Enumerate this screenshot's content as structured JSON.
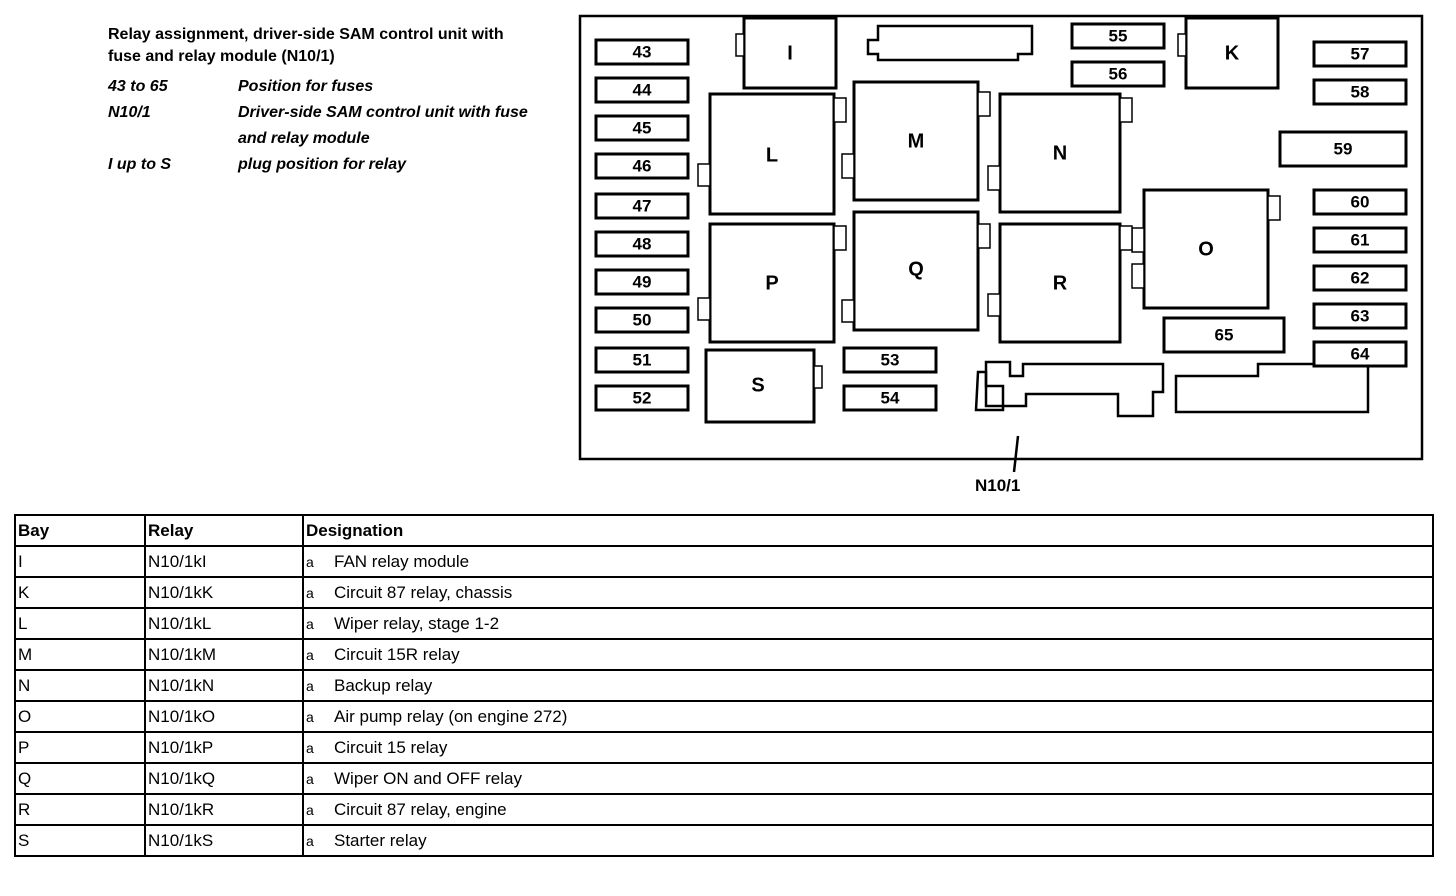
{
  "legend": {
    "title": "Relay assignment, driver-side SAM control unit with fuse and relay module (N10/1)",
    "items": [
      {
        "key": "43 to 65",
        "value": "Position for fuses"
      },
      {
        "key": "N10/1",
        "value": "Driver-side SAM control unit with fuse and relay module"
      },
      {
        "key": "I up to S",
        "value": "plug position for relay"
      }
    ]
  },
  "diagram": {
    "fuses": [
      "43",
      "44",
      "45",
      "46",
      "47",
      "48",
      "49",
      "50",
      "51",
      "52",
      "53",
      "54",
      "55",
      "56",
      "57",
      "58",
      "59",
      "60",
      "61",
      "62",
      "63",
      "64",
      "65"
    ],
    "relays": [
      "I",
      "K",
      "L",
      "M",
      "N",
      "O",
      "P",
      "Q",
      "R",
      "S"
    ],
    "callout": "N10/1"
  },
  "table": {
    "headers": [
      "Bay",
      "Relay",
      "Designation"
    ],
    "rows": [
      {
        "bay": "I",
        "relay": "N10/1kI",
        "mark": "a",
        "designation": "FAN relay module"
      },
      {
        "bay": "K",
        "relay": "N10/1kK",
        "mark": "a",
        "designation": "Circuit 87 relay, chassis"
      },
      {
        "bay": "L",
        "relay": "N10/1kL",
        "mark": "a",
        "designation": "Wiper relay, stage 1-2"
      },
      {
        "bay": "M",
        "relay": "N10/1kM",
        "mark": "a",
        "designation": "Circuit 15R relay"
      },
      {
        "bay": "N",
        "relay": "N10/1kN",
        "mark": "a",
        "designation": "Backup relay"
      },
      {
        "bay": "O",
        "relay": "N10/1kO",
        "mark": "a",
        "designation": "Air pump relay (on engine 272)"
      },
      {
        "bay": "P",
        "relay": "N10/1kP",
        "mark": "a",
        "designation": "Circuit 15 relay"
      },
      {
        "bay": "Q",
        "relay": "N10/1kQ",
        "mark": "a",
        "designation": "Wiper ON and OFF relay"
      },
      {
        "bay": "R",
        "relay": "N10/1kR",
        "mark": "a",
        "designation": "Circuit 87 relay, engine"
      },
      {
        "bay": "S",
        "relay": "N10/1kS",
        "mark": "a",
        "designation": "Starter relay"
      }
    ]
  }
}
